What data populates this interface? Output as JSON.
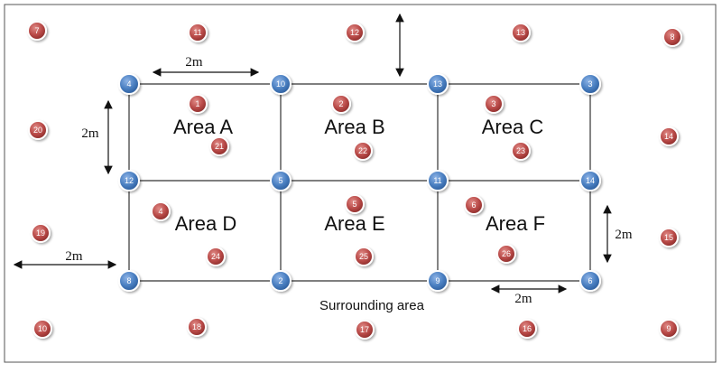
{
  "areas": [
    {
      "id": "a",
      "label": "Area A"
    },
    {
      "id": "b",
      "label": "Area B"
    },
    {
      "id": "c",
      "label": "Area C"
    },
    {
      "id": "d",
      "label": "Area D"
    },
    {
      "id": "e",
      "label": "Area E"
    },
    {
      "id": "f",
      "label": "Area F"
    }
  ],
  "surrounding_label": "Surrounding area",
  "dimension_labels": {
    "top": "2m",
    "left_side": "2m",
    "right_side": "2m",
    "bottom_left": "2m",
    "bottom_right": "2m"
  },
  "blue_nodes": [
    "4",
    "10",
    "13",
    "3",
    "12",
    "5",
    "11",
    "14",
    "8",
    "2",
    "9",
    "6"
  ],
  "red_nodes": [
    "7",
    "11",
    "12",
    "13",
    "8",
    "1",
    "2",
    "3",
    "20",
    "21",
    "22",
    "23",
    "14",
    "4",
    "5",
    "6",
    "19",
    "24",
    "25",
    "26",
    "15",
    "10",
    "18",
    "17",
    "16",
    "9"
  ],
  "colors": {
    "blue_node": "#4a7fc1",
    "red_node": "#b94a48",
    "grid": "#333333",
    "frame_border": "#555555"
  }
}
